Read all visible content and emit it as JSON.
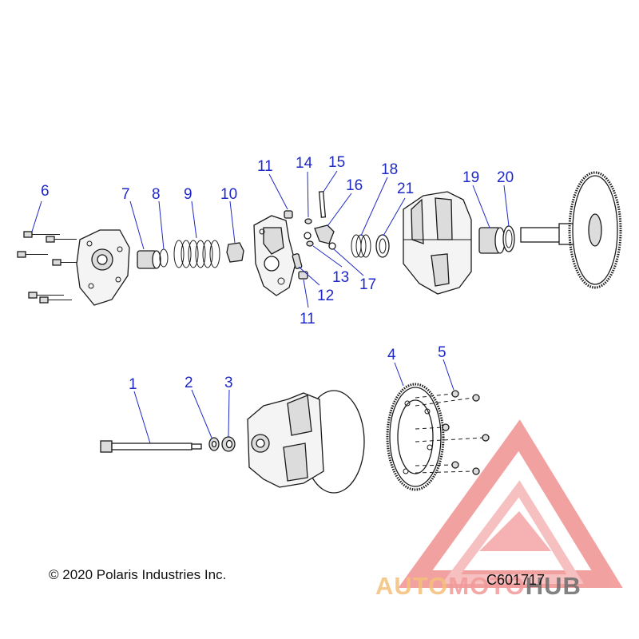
{
  "callouts": [
    {
      "id": "1",
      "label": "1"
    },
    {
      "id": "2",
      "label": "2"
    },
    {
      "id": "3",
      "label": "3"
    },
    {
      "id": "4",
      "label": "4"
    },
    {
      "id": "5",
      "label": "5"
    },
    {
      "id": "6",
      "label": "6"
    },
    {
      "id": "7",
      "label": "7"
    },
    {
      "id": "8",
      "label": "8"
    },
    {
      "id": "9",
      "label": "9"
    },
    {
      "id": "10",
      "label": "10"
    },
    {
      "id": "11a",
      "label": "11"
    },
    {
      "id": "11b",
      "label": "11"
    },
    {
      "id": "12",
      "label": "12"
    },
    {
      "id": "13",
      "label": "13"
    },
    {
      "id": "14",
      "label": "14"
    },
    {
      "id": "15",
      "label": "15"
    },
    {
      "id": "16",
      "label": "16"
    },
    {
      "id": "17",
      "label": "17"
    },
    {
      "id": "18",
      "label": "18"
    },
    {
      "id": "19",
      "label": "19"
    },
    {
      "id": "20",
      "label": "20"
    },
    {
      "id": "21",
      "label": "21"
    }
  ],
  "copyright": "© 2020 Polaris Industries Inc.",
  "diagram_code": "C601717",
  "watermark": {
    "brand_part1": "AUTO",
    "brand_part2": "MOTO",
    "brand_part3": "HUB",
    "colors": {
      "triangle_outer": "#f08a8a",
      "triangle_inner": "#f6b1b1",
      "auto": "#f4c07a",
      "moto": "#f29a9a",
      "hub": "#6d6d6d"
    }
  },
  "colors": {
    "callout": "#1f28c8",
    "line": "#1a1a1a"
  }
}
